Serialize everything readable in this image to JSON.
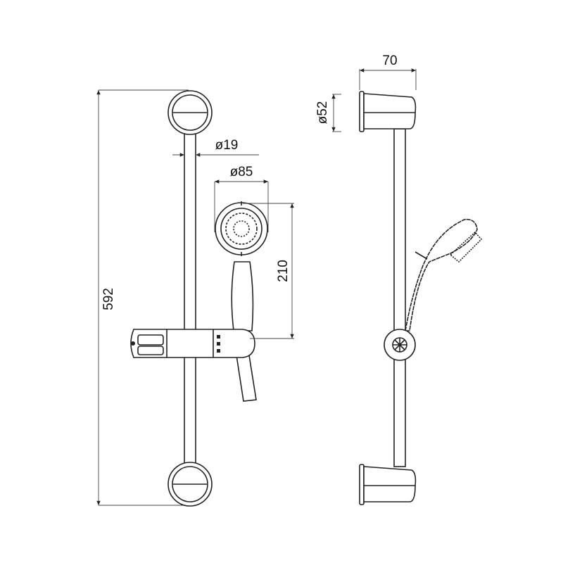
{
  "title": "Shower rail kit technical drawing",
  "dimensions": {
    "total_height": "592",
    "rail_diameter": "ø19",
    "head_diameter": "ø85",
    "head_to_slider": "210",
    "bracket_depth": "70",
    "bracket_diameter": "ø52"
  }
}
